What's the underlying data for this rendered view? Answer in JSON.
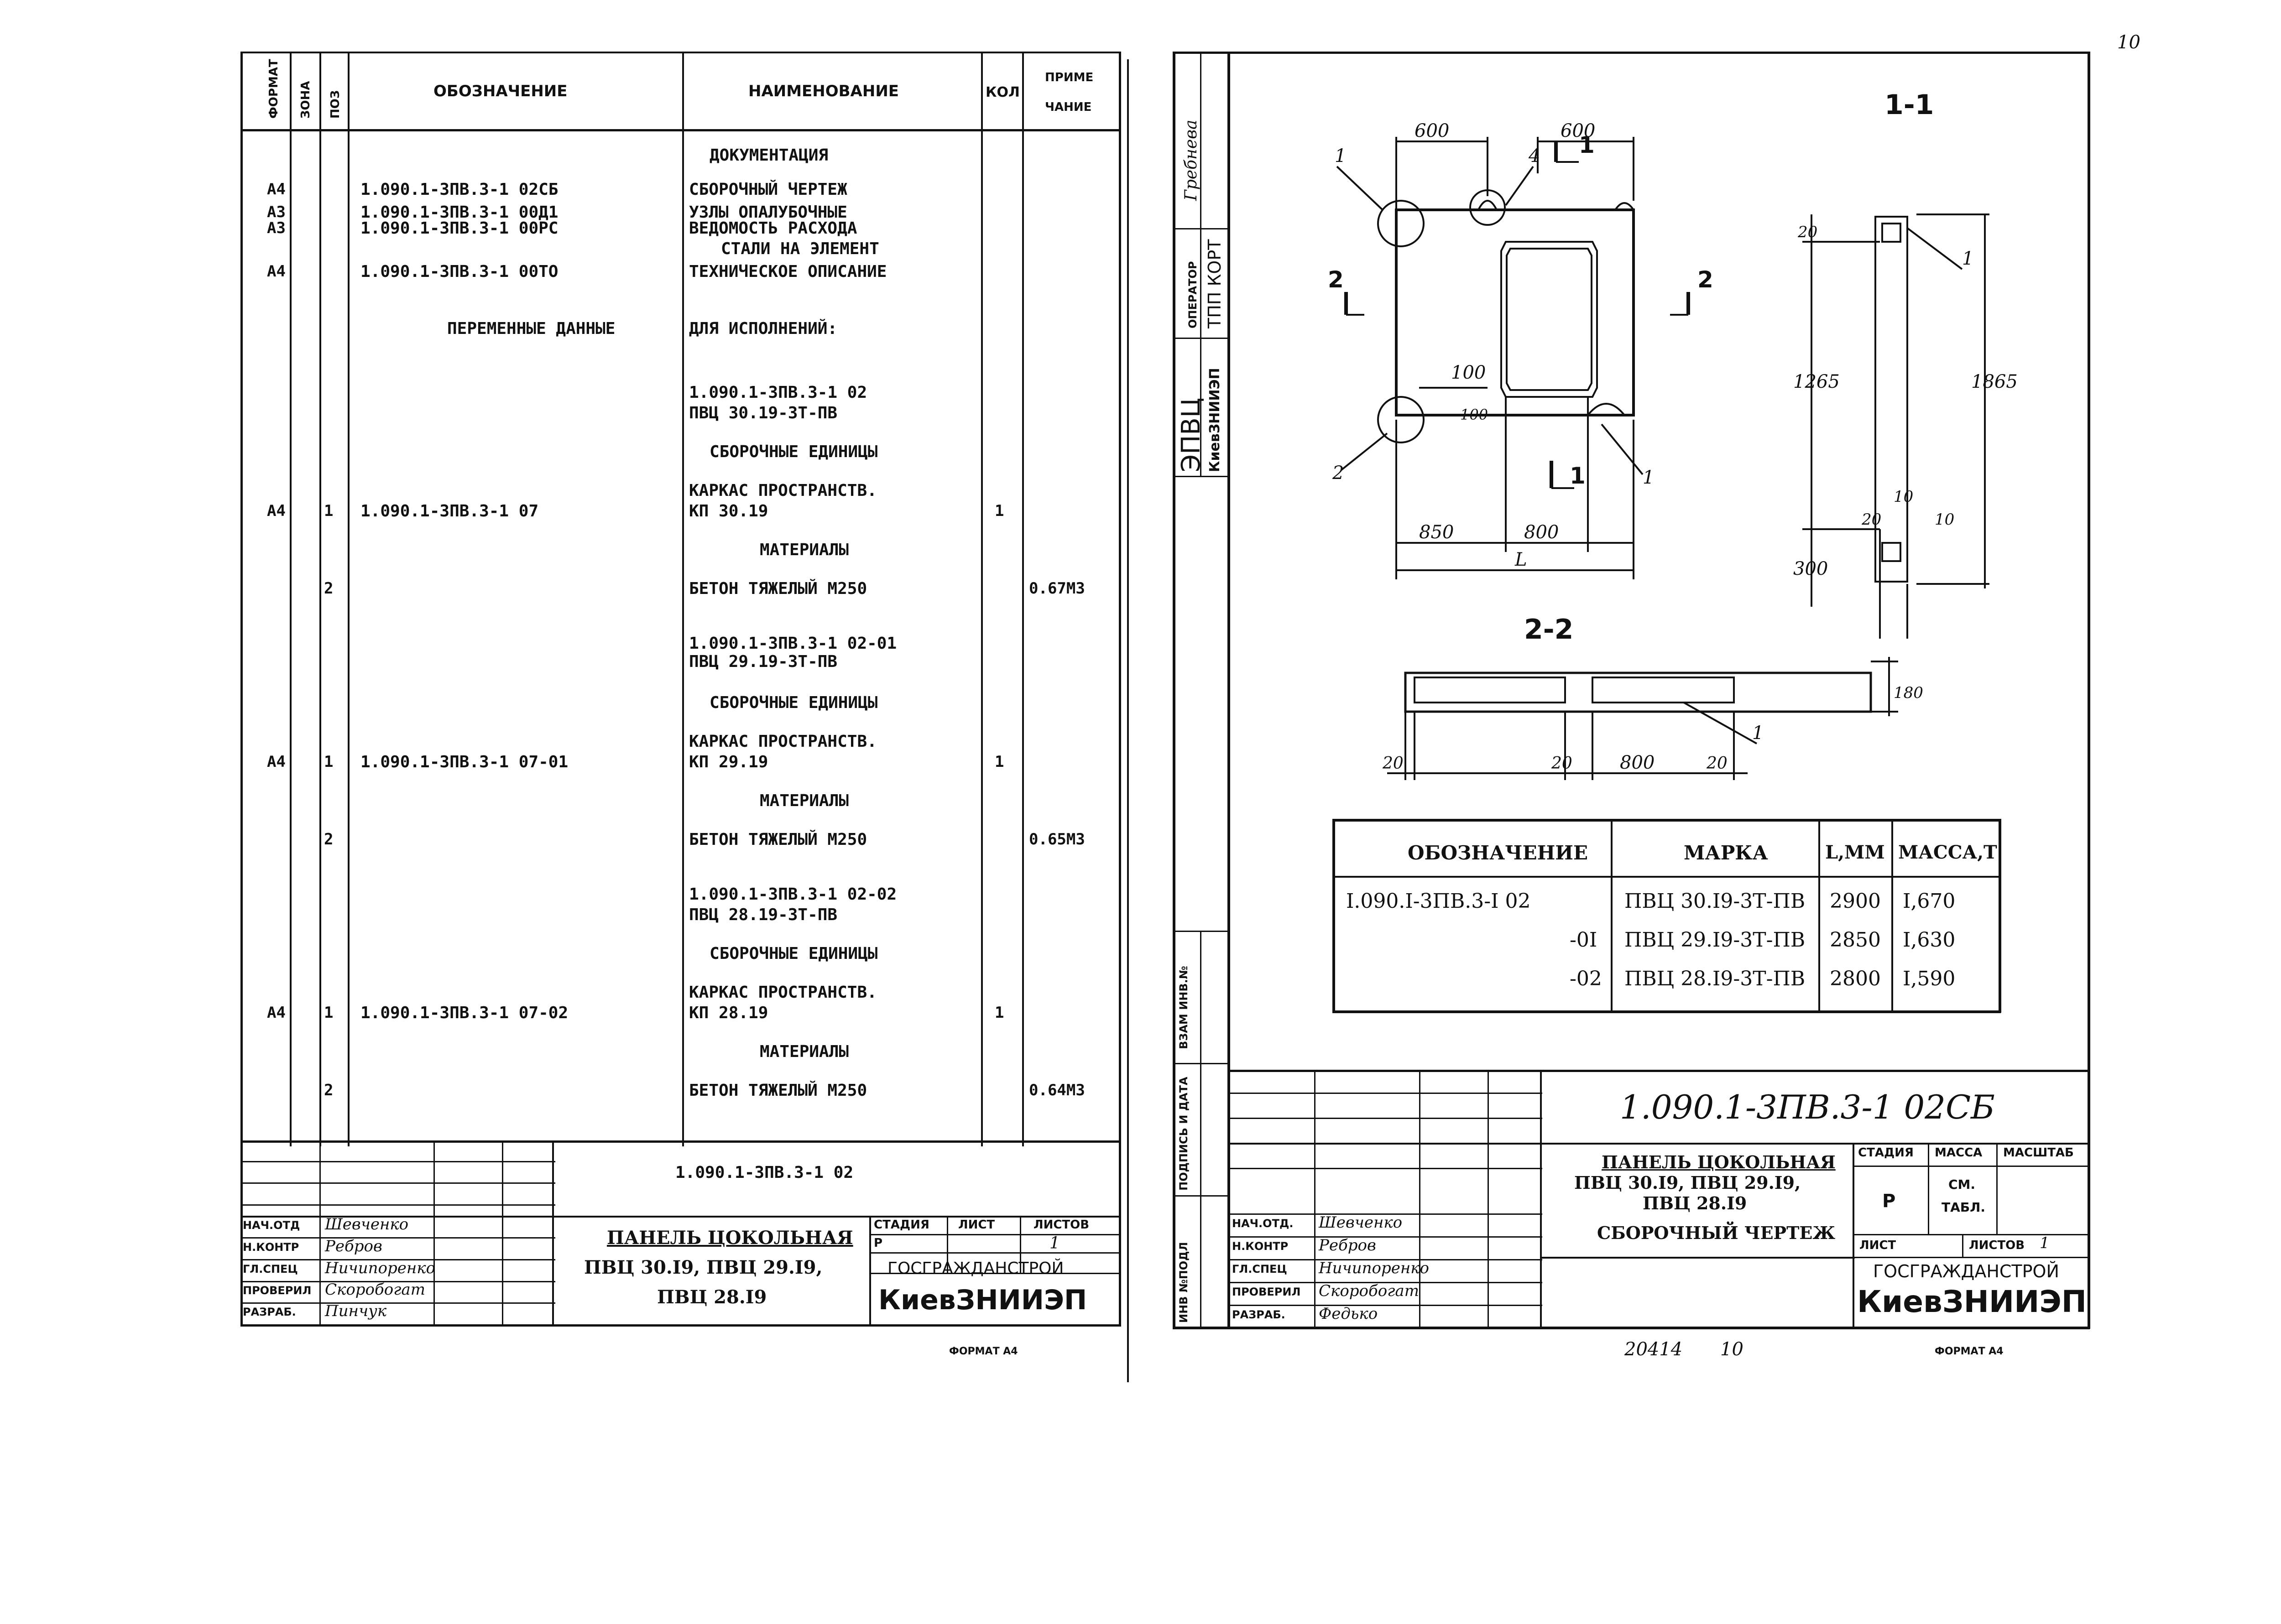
{
  "corner_mark": "10",
  "left": {
    "headers": {
      "format": "ФОРМАТ",
      "zone": "ЗОНА",
      "pos": "ПОЗ",
      "designation": "ОБОЗНАЧЕНИЕ",
      "name": "НАИМЕНОВАНИЕ",
      "qty": "КОЛ",
      "note1": "ПРИМЕ",
      "note2": "ЧАНИЕ"
    },
    "rows": [
      {
        "fmt": "",
        "pos": "",
        "des": "",
        "name": "ДОКУМЕНТАЦИЯ",
        "qty": "",
        "note": ""
      },
      {
        "fmt": "А4",
        "pos": "",
        "des": "1.090.1-3ПВ.3-1 02СБ",
        "name": "СБОРОЧНЫЙ ЧЕРТЕЖ",
        "qty": "",
        "note": ""
      },
      {
        "fmt": "А3",
        "pos": "",
        "des": "1.090.1-3ПВ.3-1 00Д1",
        "name": "УЗЛЫ ОПАЛУБОЧНЫЕ",
        "qty": "",
        "note": ""
      },
      {
        "fmt": "А3",
        "pos": "",
        "des": "1.090.1-3ПВ.3-1 00РС",
        "name": "ВЕДОМОСТЬ РАСХОДА",
        "qty": "",
        "note": ""
      },
      {
        "fmt": "",
        "pos": "",
        "des": "",
        "name": "СТАЛИ НА ЭЛЕМЕНТ",
        "qty": "",
        "note": ""
      },
      {
        "fmt": "А4",
        "pos": "",
        "des": "1.090.1-3ПВ.3-1 00ТО",
        "name": "ТЕХНИЧЕСКОЕ ОПИСАНИЕ",
        "qty": "",
        "note": ""
      },
      {
        "fmt": "",
        "pos": "",
        "des": "ПЕРЕМЕННЫЕ ДАННЫЕ",
        "name": "ДЛЯ ИСПОЛНЕНИЙ:",
        "qty": "",
        "note": ""
      },
      {
        "fmt": "",
        "pos": "",
        "des": "",
        "name": "1.090.1-3ПВ.3-1 02",
        "qty": "",
        "note": ""
      },
      {
        "fmt": "",
        "pos": "",
        "des": "",
        "name": "ПВЦ 30.19-3Т-ПВ",
        "qty": "",
        "note": ""
      },
      {
        "fmt": "",
        "pos": "",
        "des": "",
        "name": "СБОРОЧНЫЕ ЕДИНИЦЫ",
        "qty": "",
        "note": ""
      },
      {
        "fmt": "",
        "pos": "",
        "des": "",
        "name": "КАРКАС ПРОСТРАНСТВ.",
        "qty": "",
        "note": ""
      },
      {
        "fmt": "А4",
        "pos": "1",
        "des": "1.090.1-3ПВ.3-1 07",
        "name": "КП 30.19",
        "qty": "1",
        "note": ""
      },
      {
        "fmt": "",
        "pos": "",
        "des": "",
        "name": "МАТЕРИАЛЫ",
        "qty": "",
        "note": ""
      },
      {
        "fmt": "",
        "pos": "2",
        "des": "",
        "name": "БЕТОН ТЯЖЕЛЫЙ М250",
        "qty": "",
        "note": "0.67М3"
      },
      {
        "fmt": "",
        "pos": "",
        "des": "",
        "name": "1.090.1-3ПВ.3-1 02-01",
        "qty": "",
        "note": ""
      },
      {
        "fmt": "",
        "pos": "",
        "des": "",
        "name": "ПВЦ 29.19-3Т-ПВ",
        "qty": "",
        "note": ""
      },
      {
        "fmt": "",
        "pos": "",
        "des": "",
        "name": "СБОРОЧНЫЕ ЕДИНИЦЫ",
        "qty": "",
        "note": ""
      },
      {
        "fmt": "",
        "pos": "",
        "des": "",
        "name": "КАРКАС ПРОСТРАНСТВ.",
        "qty": "",
        "note": ""
      },
      {
        "fmt": "А4",
        "pos": "1",
        "des": "1.090.1-3ПВ.3-1 07-01",
        "name": "КП 29.19",
        "qty": "1",
        "note": ""
      },
      {
        "fmt": "",
        "pos": "",
        "des": "",
        "name": "МАТЕРИАЛЫ",
        "qty": "",
        "note": ""
      },
      {
        "fmt": "",
        "pos": "2",
        "des": "",
        "name": "БЕТОН ТЯЖЕЛЫЙ М250",
        "qty": "",
        "note": "0.65М3"
      },
      {
        "fmt": "",
        "pos": "",
        "des": "",
        "name": "1.090.1-3ПВ.3-1 02-02",
        "qty": "",
        "note": ""
      },
      {
        "fmt": "",
        "pos": "",
        "des": "",
        "name": "ПВЦ 28.19-3Т-ПВ",
        "qty": "",
        "note": ""
      },
      {
        "fmt": "",
        "pos": "",
        "des": "",
        "name": "СБОРОЧНЫЕ ЕДИНИЦЫ",
        "qty": "",
        "note": ""
      },
      {
        "fmt": "",
        "pos": "",
        "des": "",
        "name": "КАРКАС ПРОСТРАНСТВ.",
        "qty": "",
        "note": ""
      },
      {
        "fmt": "А4",
        "pos": "1",
        "des": "1.090.1-3ПВ.3-1 07-02",
        "name": "КП 28.19",
        "qty": "1",
        "note": ""
      },
      {
        "fmt": "",
        "pos": "",
        "des": "",
        "name": "МАТЕРИАЛЫ",
        "qty": "",
        "note": ""
      },
      {
        "fmt": "",
        "pos": "2",
        "des": "",
        "name": "БЕТОН ТЯЖЕЛЫЙ М250",
        "qty": "",
        "note": "0.64М3"
      }
    ],
    "stamp": {
      "code": "1.090.1-3ПВ.3-1 02",
      "title1": "ПАНЕЛЬ ЦОКОЛЬНАЯ",
      "title2": "ПВЦ 30.I9, ПВЦ 29.I9,",
      "title3": "ПВЦ 28.I9",
      "stage_h": "СТАДИЯ",
      "sheet_h": "ЛИСТ",
      "sheets_h": "ЛИСТОВ",
      "stage": "Р",
      "sheets": "1",
      "org1": "ГОСГРАЖДАНСТРОЙ",
      "org2": "КиевЗНИИЭП",
      "roles": [
        "НАЧ.ОТД",
        "Н.КОНТР",
        "ГЛ.СПЕЦ",
        "ПРОВЕРИЛ",
        "РАЗРАБ."
      ],
      "names": [
        "Шевченко",
        "Ребров",
        "Ничипоренко",
        "Скоробогат",
        "Пинчук"
      ]
    },
    "format": "ФОРМАТ А4"
  },
  "right": {
    "side_labels": {
      "operator": "ОПЕРАТОР",
      "tpp": "ТПП КОРТ",
      "epvc": "ЭПВЦ",
      "org": "КиевЗНИИЭП",
      "name1": "Гребнева",
      "vzam": "ВЗАМ ИНВ.№",
      "podpis": "ПОДПИСЬ И ДАТА",
      "inv": "ИНВ №ПОДЛ"
    },
    "section_11": "1-1",
    "section_22": "2-2",
    "dims": {
      "d600a": "600",
      "d600b": "600",
      "d100a": "100",
      "d100b": "100",
      "d850": "850",
      "d800": "800",
      "dL": "L",
      "d20a": "20",
      "d1265": "1265",
      "d1865": "1865",
      "d300": "300",
      "d20b": "20",
      "d10a": "10",
      "d10b": "10",
      "d180": "180",
      "s20a": "20",
      "s20b": "20",
      "s800": "800",
      "s20c": "20",
      "c2a": "2",
      "c2b": "2",
      "c1a": "1",
      "c1b": "1",
      "p1": "1",
      "p2": "2",
      "p4": "4",
      "p1b": "1",
      "p1c": "1",
      "p1d": "1"
    },
    "table": {
      "headers": [
        "ОБОЗНАЧЕНИЕ",
        "МАРКА",
        "L,ММ",
        "МАССА,Т"
      ],
      "rows": [
        [
          "I.090.I-3ПВ.3-I 02",
          "ПВЦ 30.I9-3Т-ПВ",
          "2900",
          "I,670"
        ],
        [
          "-0I",
          "ПВЦ 29.I9-3Т-ПВ",
          "2850",
          "I,630"
        ],
        [
          "-02",
          "ПВЦ 28.I9-3Т-ПВ",
          "2800",
          "I,590"
        ]
      ]
    },
    "stamp": {
      "code": "1.090.1-3ПВ.3-1  02СБ",
      "title1": "ПАНЕЛЬ ЦОКОЛЬНАЯ",
      "title2": "ПВЦ 30.I9, ПВЦ 29.I9,",
      "title3": "ПВЦ 28.I9",
      "title4": "СБОРОЧНЫЙ ЧЕРТЕЖ",
      "stage_h": "СТАДИЯ",
      "mass_h": "МАССА",
      "scale_h": "МАСШТАБ",
      "stage": "Р",
      "mass": "СМ.",
      "mass2": "ТАБЛ.",
      "sheet_h": "ЛИСТ",
      "sheets_h": "ЛИСТОВ",
      "sheets": "1",
      "org1": "ГОСГРАЖДАНСТРОЙ",
      "org2": "КиевЗНИИЭП",
      "roles": [
        "НАЧ.ОТД.",
        "Н.КОНТР",
        "ГЛ.СПЕЦ",
        "ПРОВЕРИЛ",
        "РАЗРАБ."
      ],
      "names": [
        "Шевченко",
        "Ребров",
        "Ничипоренко",
        "Скоробогат",
        "Федько"
      ]
    },
    "bottom_num": "20414",
    "bottom_num2": "10",
    "format": "ФОРМАТ А4"
  }
}
